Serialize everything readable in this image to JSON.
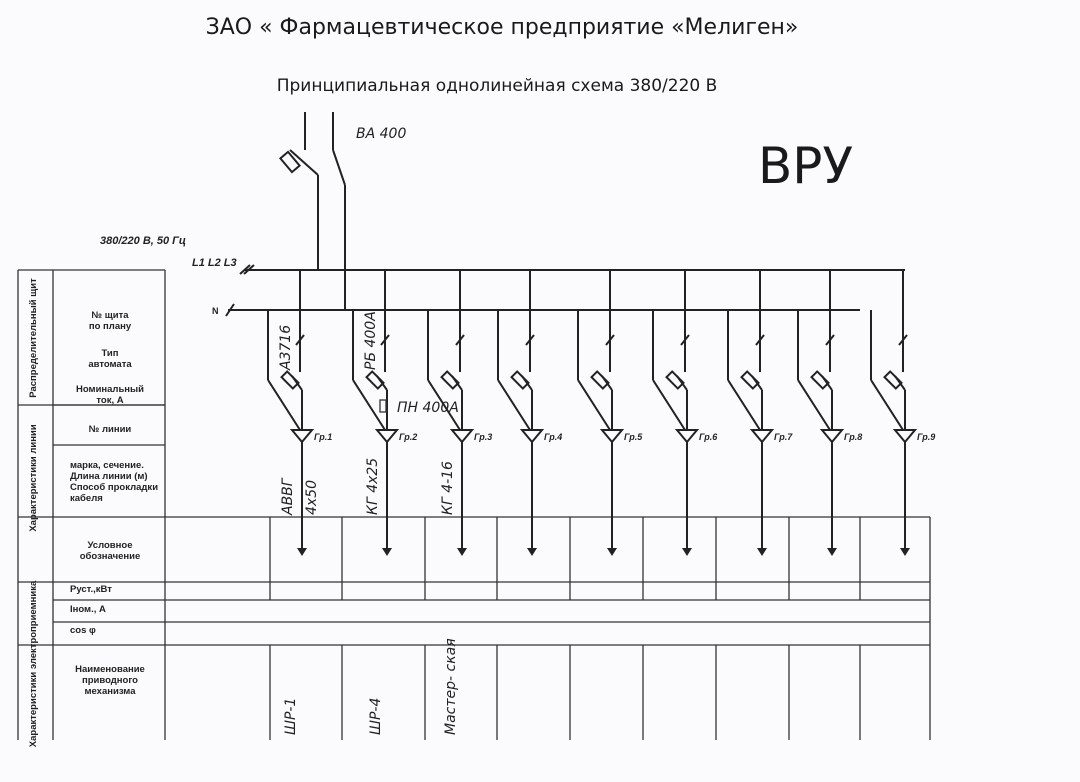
{
  "title": "ЗАО « Фармацевтическое предприятие «Мелиген»",
  "subtitle": "Принципиальная однолинейная схема   380/220 В",
  "main_breaker": "ВА 400",
  "panel_name": "ВРУ",
  "supply": "380/220 В, 50 Гц",
  "phases": "L1 L2 L3",
  "neutral": "N",
  "table": {
    "sections": [
      "Распределительный щит",
      "Характеристики линии",
      "Характеристики электроприемника"
    ],
    "rows": [
      "№ щита по плану",
      "Тип автомата",
      "Номинальный ток, А",
      "№ линии",
      "марка, сечение. Длина линии (м) Способ прокладки кабеля",
      "Условное обозначение",
      "Руст.,кВт",
      "Iном., А",
      "cos φ",
      "Наименование приводного механизма"
    ]
  },
  "groups": [
    {
      "label": "Гр.1",
      "breaker": "А3716",
      "cable": [
        "АВВГ",
        "4х50"
      ],
      "load": "ШР-1"
    },
    {
      "label": "Гр.2",
      "breaker": "РБ 400А",
      "fuse": "ПН 400А",
      "cable": [
        "КГ 4х25",
        ""
      ],
      "load": "ШР-4"
    },
    {
      "label": "Гр.3",
      "breaker": "",
      "cable": [
        "КГ 4-16",
        ""
      ],
      "load": "Мастер- ская"
    },
    {
      "label": "Гр.4"
    },
    {
      "label": "Гр.5"
    },
    {
      "label": "Гр.6"
    },
    {
      "label": "Гр.7"
    },
    {
      "label": "Гр.8"
    },
    {
      "label": "Гр.9"
    }
  ]
}
